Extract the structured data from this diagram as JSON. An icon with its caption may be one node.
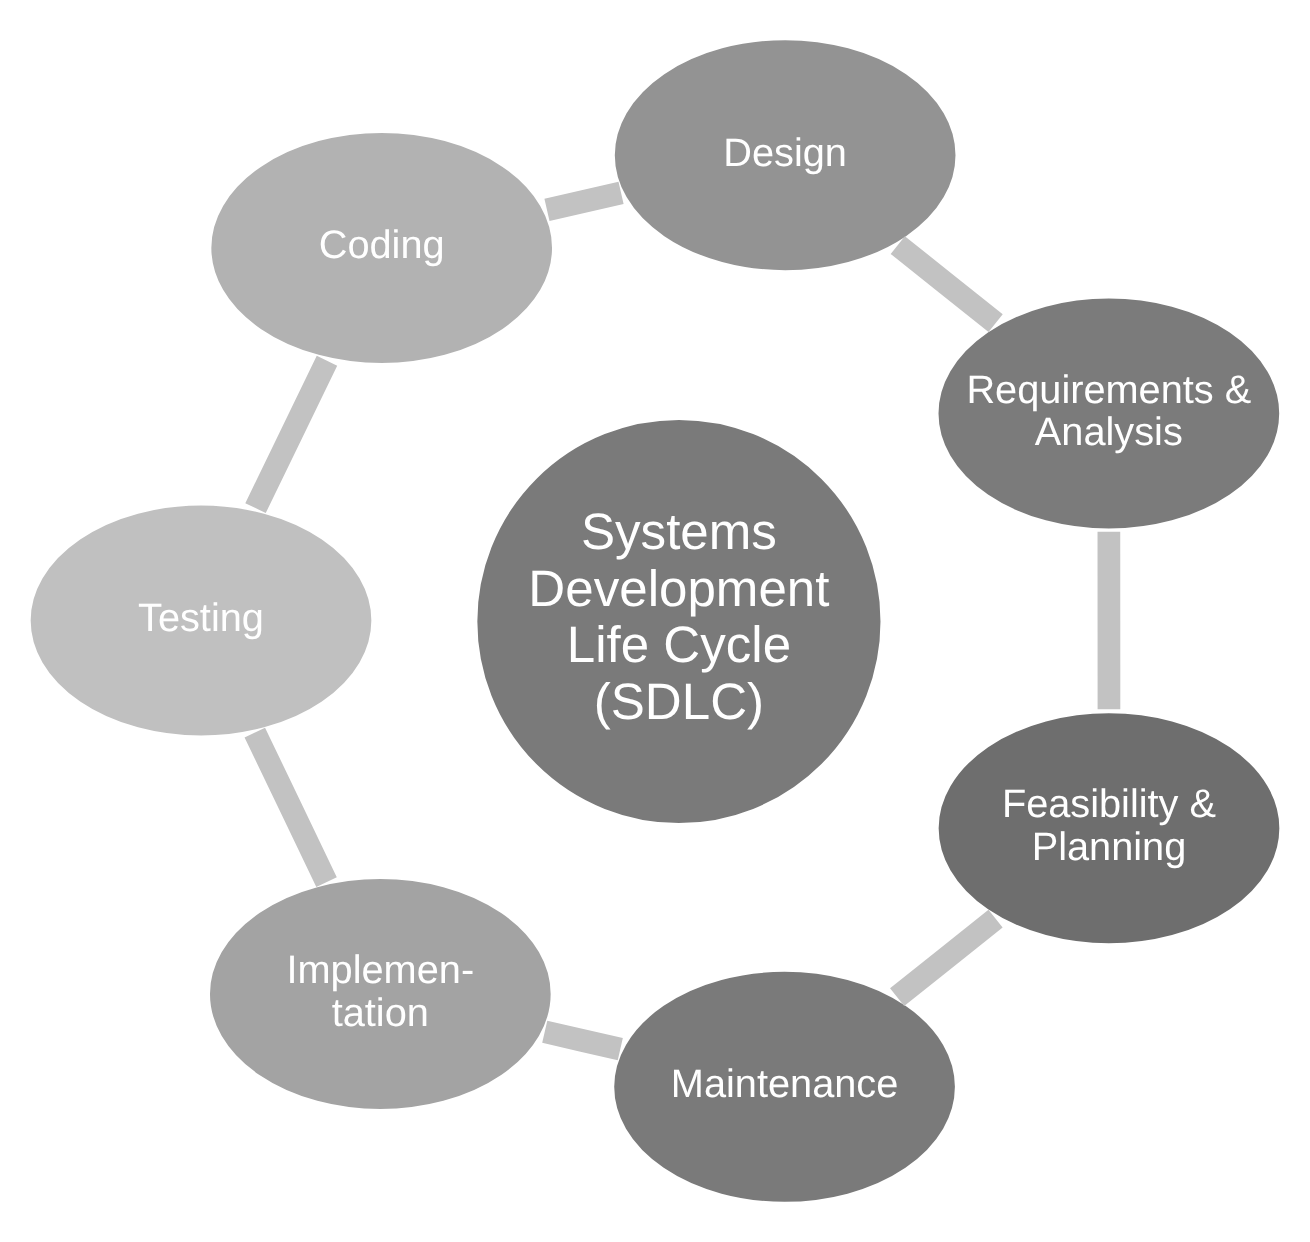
{
  "diagram": {
    "nodes": [
      {
        "text": [
          "Systems Development Life Cycle (SDLC)"
        ]
      },
      {
        "text": [
          "Feasibility & Planning"
        ]
      },
      {
        "text": [
          "Requirements & Analysis"
        ]
      },
      {
        "text": [
          "Design"
        ]
      },
      {
        "text": [
          "Coding"
        ]
      },
      {
        "text": [
          "Testing"
        ]
      },
      {
        "text": [
          "Implemen- tation"
        ]
      },
      {
        "text": [
          "Maintenance"
        ]
      }
    ],
    "edges": [
      {
        "from": 1,
        "to": 2,
        "arrow": "none"
      },
      {
        "from": 2,
        "to": 3,
        "arrow": "none"
      },
      {
        "from": 3,
        "to": 4,
        "arrow": "none"
      },
      {
        "from": 4,
        "to": 5,
        "arrow": "none"
      },
      {
        "from": 5,
        "to": 6,
        "arrow": "none"
      },
      {
        "from": 6,
        "to": 7,
        "arrow": "none"
      },
      {
        "from": 7,
        "to": 1,
        "arrow": "none"
      }
    ]
  }
}
